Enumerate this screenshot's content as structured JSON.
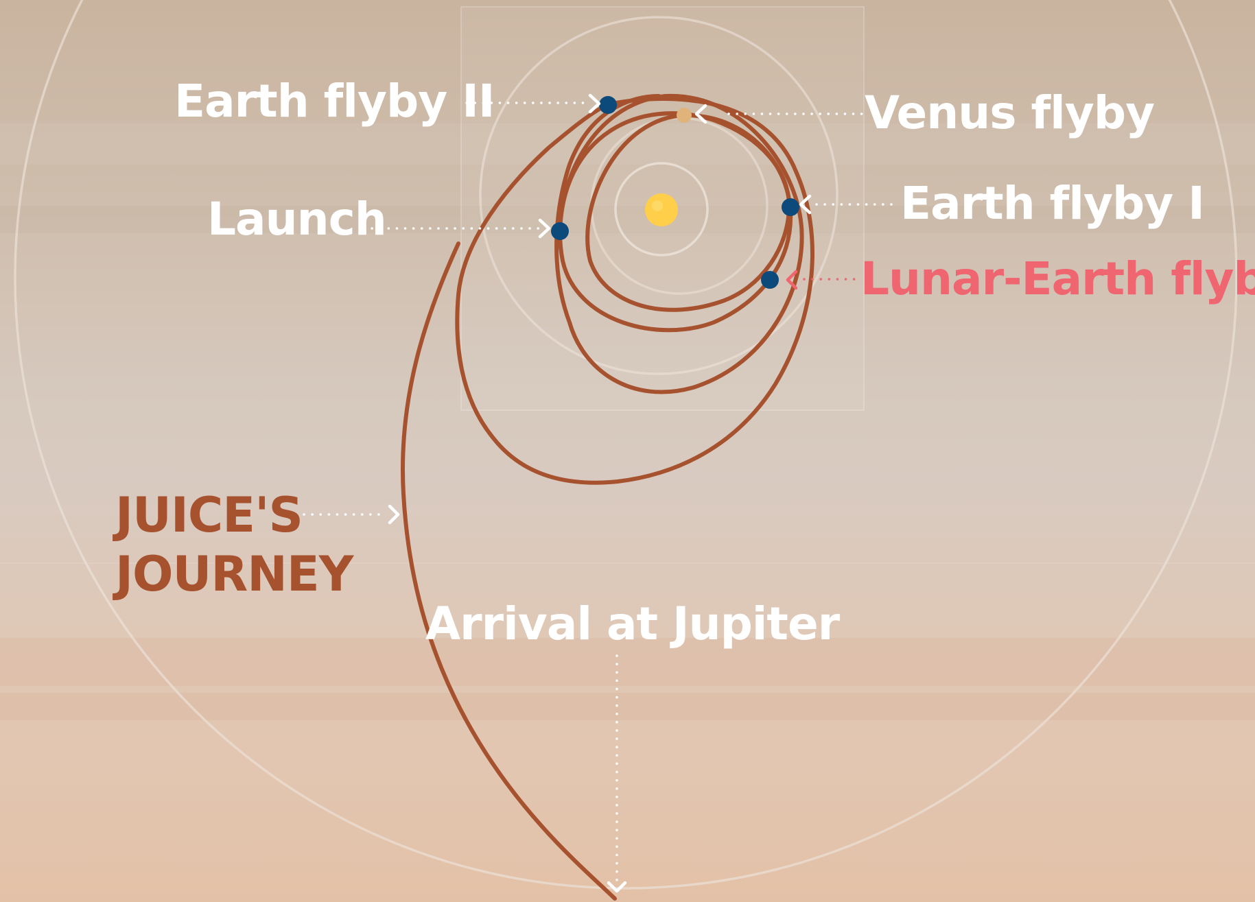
{
  "labels": {
    "earth_flyby_2": "Earth flyby II",
    "venus_flyby": "Venus flyby",
    "launch": "Launch",
    "earth_flyby_1": "Earth flyby I",
    "lunar_earth_flyby": "Lunar-Earth flyby",
    "journey_line1": "JUICE'S",
    "journey_line2": "JOURNEY",
    "arrival": "Arrival at Jupiter"
  },
  "colors": {
    "trajectory": "#a6522f",
    "event_marker": "#0b4a7b",
    "venus_marker": "#e0b37a",
    "sun": "#ffcf4a",
    "highlight_label": "#ef6670",
    "label": "#ffffff",
    "orbit": "#ece3da"
  },
  "icons": {
    "sun": "sun-icon",
    "arrow": "chevron-arrow-icon"
  }
}
